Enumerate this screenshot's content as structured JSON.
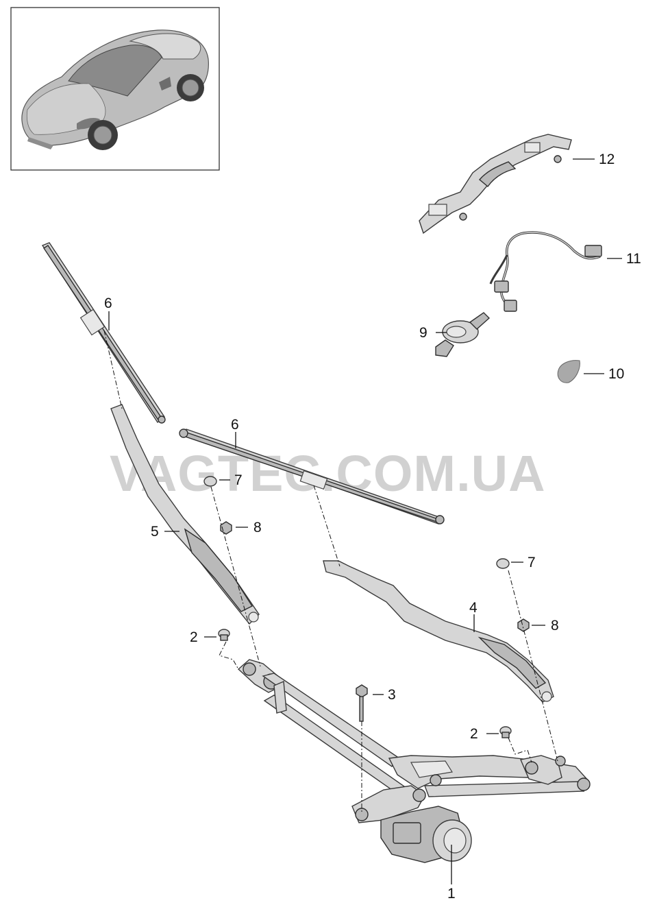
{
  "watermark": "VAGTEC.COM.UA",
  "callouts": {
    "p1": "1",
    "p2a": "2",
    "p2b": "2",
    "p3": "3",
    "p4": "4",
    "p5": "5",
    "p6a": "6",
    "p6b": "6",
    "p7a": "7",
    "p7b": "7",
    "p8a": "8",
    "p8b": "8",
    "p9": "9",
    "p10": "10",
    "p11": "11",
    "p12": "12"
  }
}
